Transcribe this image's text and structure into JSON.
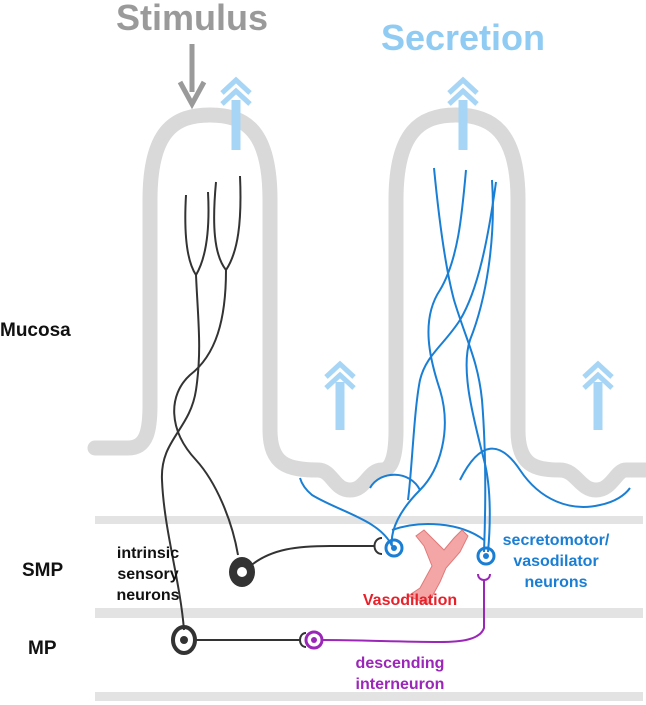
{
  "labels": {
    "stimulus": "Stimulus",
    "secretion": "Secretion",
    "mucosa": "Mucosa",
    "smp": "SMP",
    "mp": "MP",
    "intrinsic_line1": "intrinsic",
    "intrinsic_line2": "sensory",
    "intrinsic_line3": "neurons",
    "vasodilation": "Vasodilation",
    "secretomotor_line1": "secretomotor/",
    "secretomotor_line2": "vasodilator",
    "secretomotor_line3": "neurons",
    "descending_line1": "descending",
    "descending_line2": "interneuron"
  },
  "colors": {
    "stimulus_gray": "#9a9a9a",
    "secretion_blue": "#8fcbf2",
    "arrow_blue": "#a7d5f5",
    "mucosa_gray": "#d9d9d9",
    "sensory_dark": "#333333",
    "secretomotor_blue": "#1a7fd4",
    "vasodilation_red": "#e8202a",
    "vessel_pink": "#f4a6a6",
    "interneuron_purple": "#9b27b8"
  },
  "icons": {
    "stimulus_arrow": "down-arrow-icon",
    "secretion_arrow": "double-chevron-up-icon",
    "blood_vessel": "blood-vessel-icon"
  }
}
